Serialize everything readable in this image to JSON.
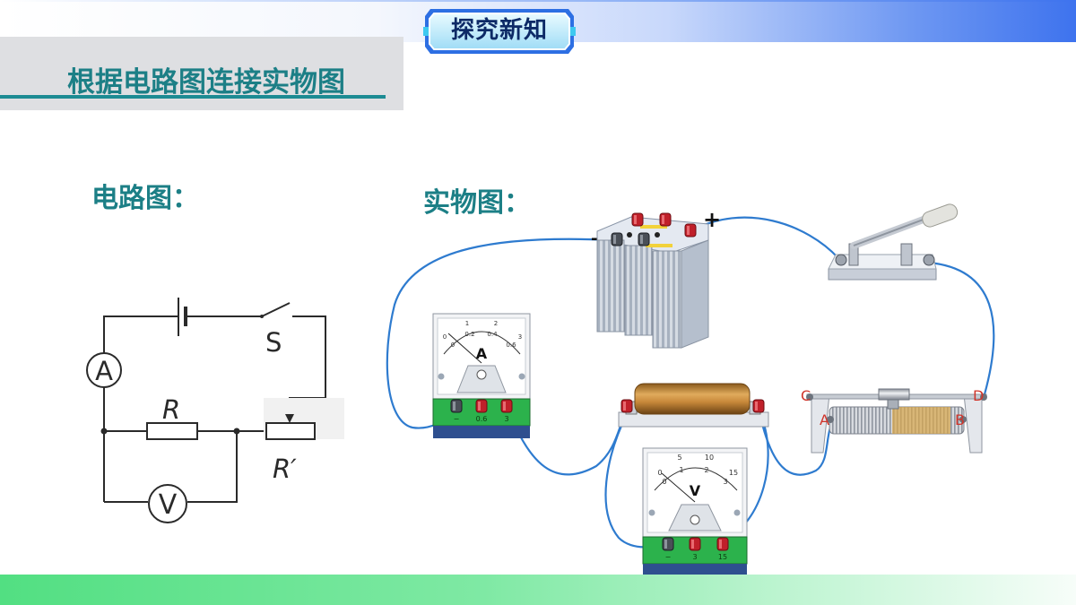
{
  "header": {
    "badge_label": "探究新知"
  },
  "page_title": "根据电路图连接实物图",
  "schematic": {
    "label": "电路图：",
    "ammeter_symbol": "A",
    "voltmeter_symbol": "V",
    "switch_label": "S",
    "resistor_label": "R",
    "rheostat_label": "R′"
  },
  "physical": {
    "label": "实物图：",
    "battery": {
      "negative": "-",
      "positive": "+"
    },
    "ammeter": {
      "letter": "A",
      "scale_top": [
        "0",
        "1",
        "2",
        "3"
      ],
      "scale_bottom": [
        "0",
        "0.2",
        "0.4",
        "0.6"
      ],
      "terminals": [
        "−",
        "0.6",
        "3"
      ]
    },
    "voltmeter": {
      "letter": "V",
      "scale_top": [
        "0",
        "5",
        "10",
        "15"
      ],
      "scale_bottom": [
        "0",
        "1",
        "2",
        "3"
      ],
      "terminals": [
        "−",
        "3",
        "15"
      ]
    },
    "rheostat_terminals": {
      "c": "C",
      "d": "D",
      "a": "A",
      "b": "B"
    }
  },
  "colors": {
    "title": "#1c7f86",
    "wire": "#2e7bcf",
    "terminal_red": "#c0202a",
    "rheostat_label": "#d0342a"
  }
}
